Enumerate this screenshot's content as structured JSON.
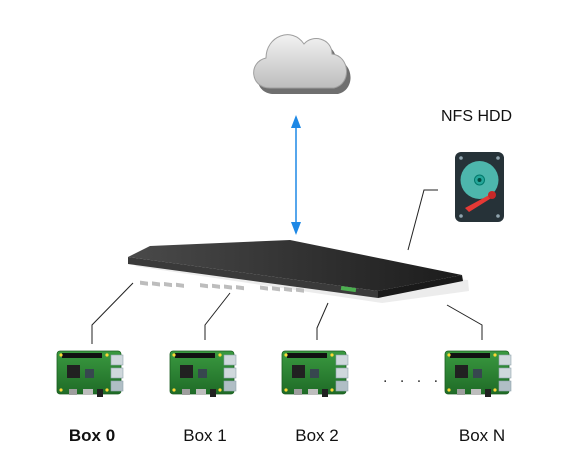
{
  "hdd_label": "NFS HDD",
  "ellipsis": ". . . .",
  "boxes": [
    {
      "label": "Box 0",
      "bold": true
    },
    {
      "label": "Box 1",
      "bold": false
    },
    {
      "label": "Box 2",
      "bold": false
    },
    {
      "label": "Box N",
      "bold": false
    }
  ],
  "icons": [
    "cloud-icon",
    "bidirectional-arrow-icon",
    "network-switch-icon",
    "hdd-icon",
    "raspberry-pi-board-icon"
  ],
  "colors": {
    "arrow": "#1e88e5",
    "hdd_body": "#263238",
    "hdd_platter": "#4db6ac",
    "hdd_arm": "#e53935",
    "board": "#2e7d32",
    "switch": "#2b2b2b",
    "switch_led": "#4caf50"
  }
}
